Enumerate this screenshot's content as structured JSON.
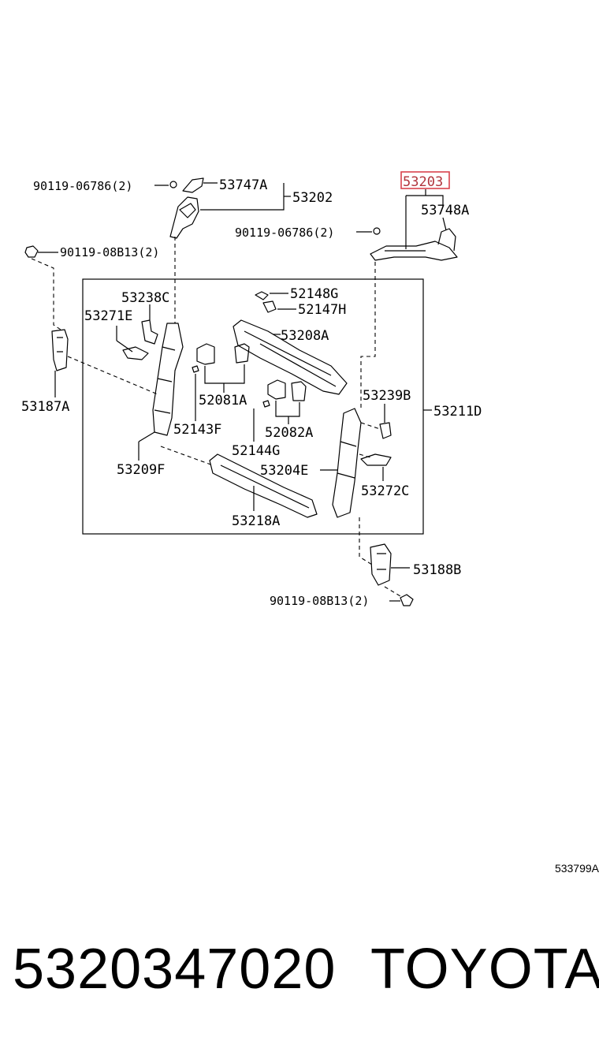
{
  "diagram": {
    "labels": {
      "p53203": "53203",
      "p53748A": "53748A",
      "p53747A": "53747A",
      "p53202": "53202",
      "bolt_top_left": "90119-06786(2)",
      "bolt_top_right": "90119-06786(2)",
      "bolt_left": "90119-08B13(2)",
      "bolt_bottom": "90119-08B13(2)",
      "p53238C": "53238C",
      "p53271E": "53271E",
      "p52148G": "52148G",
      "p52147H": "52147H",
      "p53208A": "53208A",
      "p53187A": "53187A",
      "p52081A": "52081A",
      "p53239B": "53239B",
      "p53211D": "53211D",
      "p52143F": "52143F",
      "p52082A": "52082A",
      "p52144G": "52144G",
      "p53209F": "53209F",
      "p53204E": "53204E",
      "p53272C": "53272C",
      "p53218A": "53218A",
      "p53188B": "53188B"
    },
    "highlight_color": "#d9434c"
  },
  "ref_code": "533799A",
  "footer": {
    "part_number": "5320347020",
    "brand": "TOYOTA"
  }
}
